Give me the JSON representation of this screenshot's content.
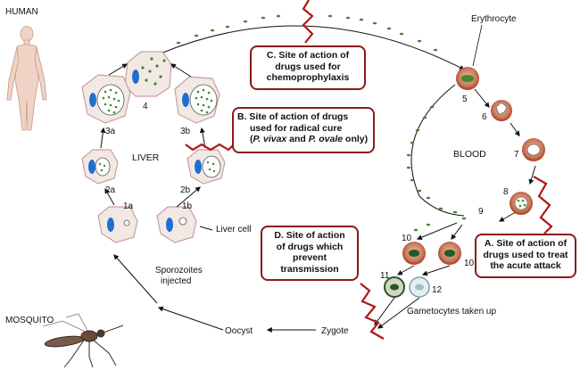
{
  "labels": {
    "human": "HUMAN",
    "mosquito": "MOSQUITO",
    "liver": "LIVER",
    "blood": "BLOOD",
    "erythrocyte": "Erythrocyte",
    "liver_cell": "Liver cell",
    "sporozoites_1": "Sporozoites",
    "sporozoites_2": "injected",
    "oocyst": "Oocyst",
    "zygote": "Zygote",
    "gametocytes": "Gametocytes taken up"
  },
  "stages": {
    "s1a": "1a",
    "s1b": "1b",
    "s2a": "2a",
    "s2b": "2b",
    "s3a": "3a",
    "s3b": "3b",
    "s4": "4",
    "s5": "5",
    "s6": "6",
    "s7": "7",
    "s8": "8",
    "s9": "9",
    "s10a": "10",
    "s10b": "10",
    "s11": "11",
    "s12": "12"
  },
  "boxes": {
    "c_line1": "C. Site of action of",
    "c_line2": "drugs used for",
    "c_line3": "chemoprophylaxis",
    "b_line1": "B.  Site of action of drugs",
    "b_line2": "used for radical cure",
    "b_line3_species1": "P. vivax",
    "b_line3_and": " and ",
    "b_line3_species2": "P. ovale",
    "b_line3_only": " only)",
    "a_line1": "A.  Site of action of",
    "a_line2": "drugs used to treat",
    "a_line3": "the acute attack",
    "d_line1": "D.  Site of action",
    "d_line2": "of drugs which",
    "d_line3": "prevent",
    "d_line4": "transmission"
  },
  "colors": {
    "outline": "#8b1a1a",
    "squiggle": "#b01818",
    "parasite_dots": "#3f8a2a",
    "nucleus": "#1e6fd0",
    "rbc_outer": "#b8432a",
    "rbc_inner": "#c98a6a",
    "cell_fill": "#f2e8e4",
    "cell_edge": "#c9a0a0"
  },
  "icons": [
    "human-figure-icon",
    "mosquito-icon"
  ]
}
